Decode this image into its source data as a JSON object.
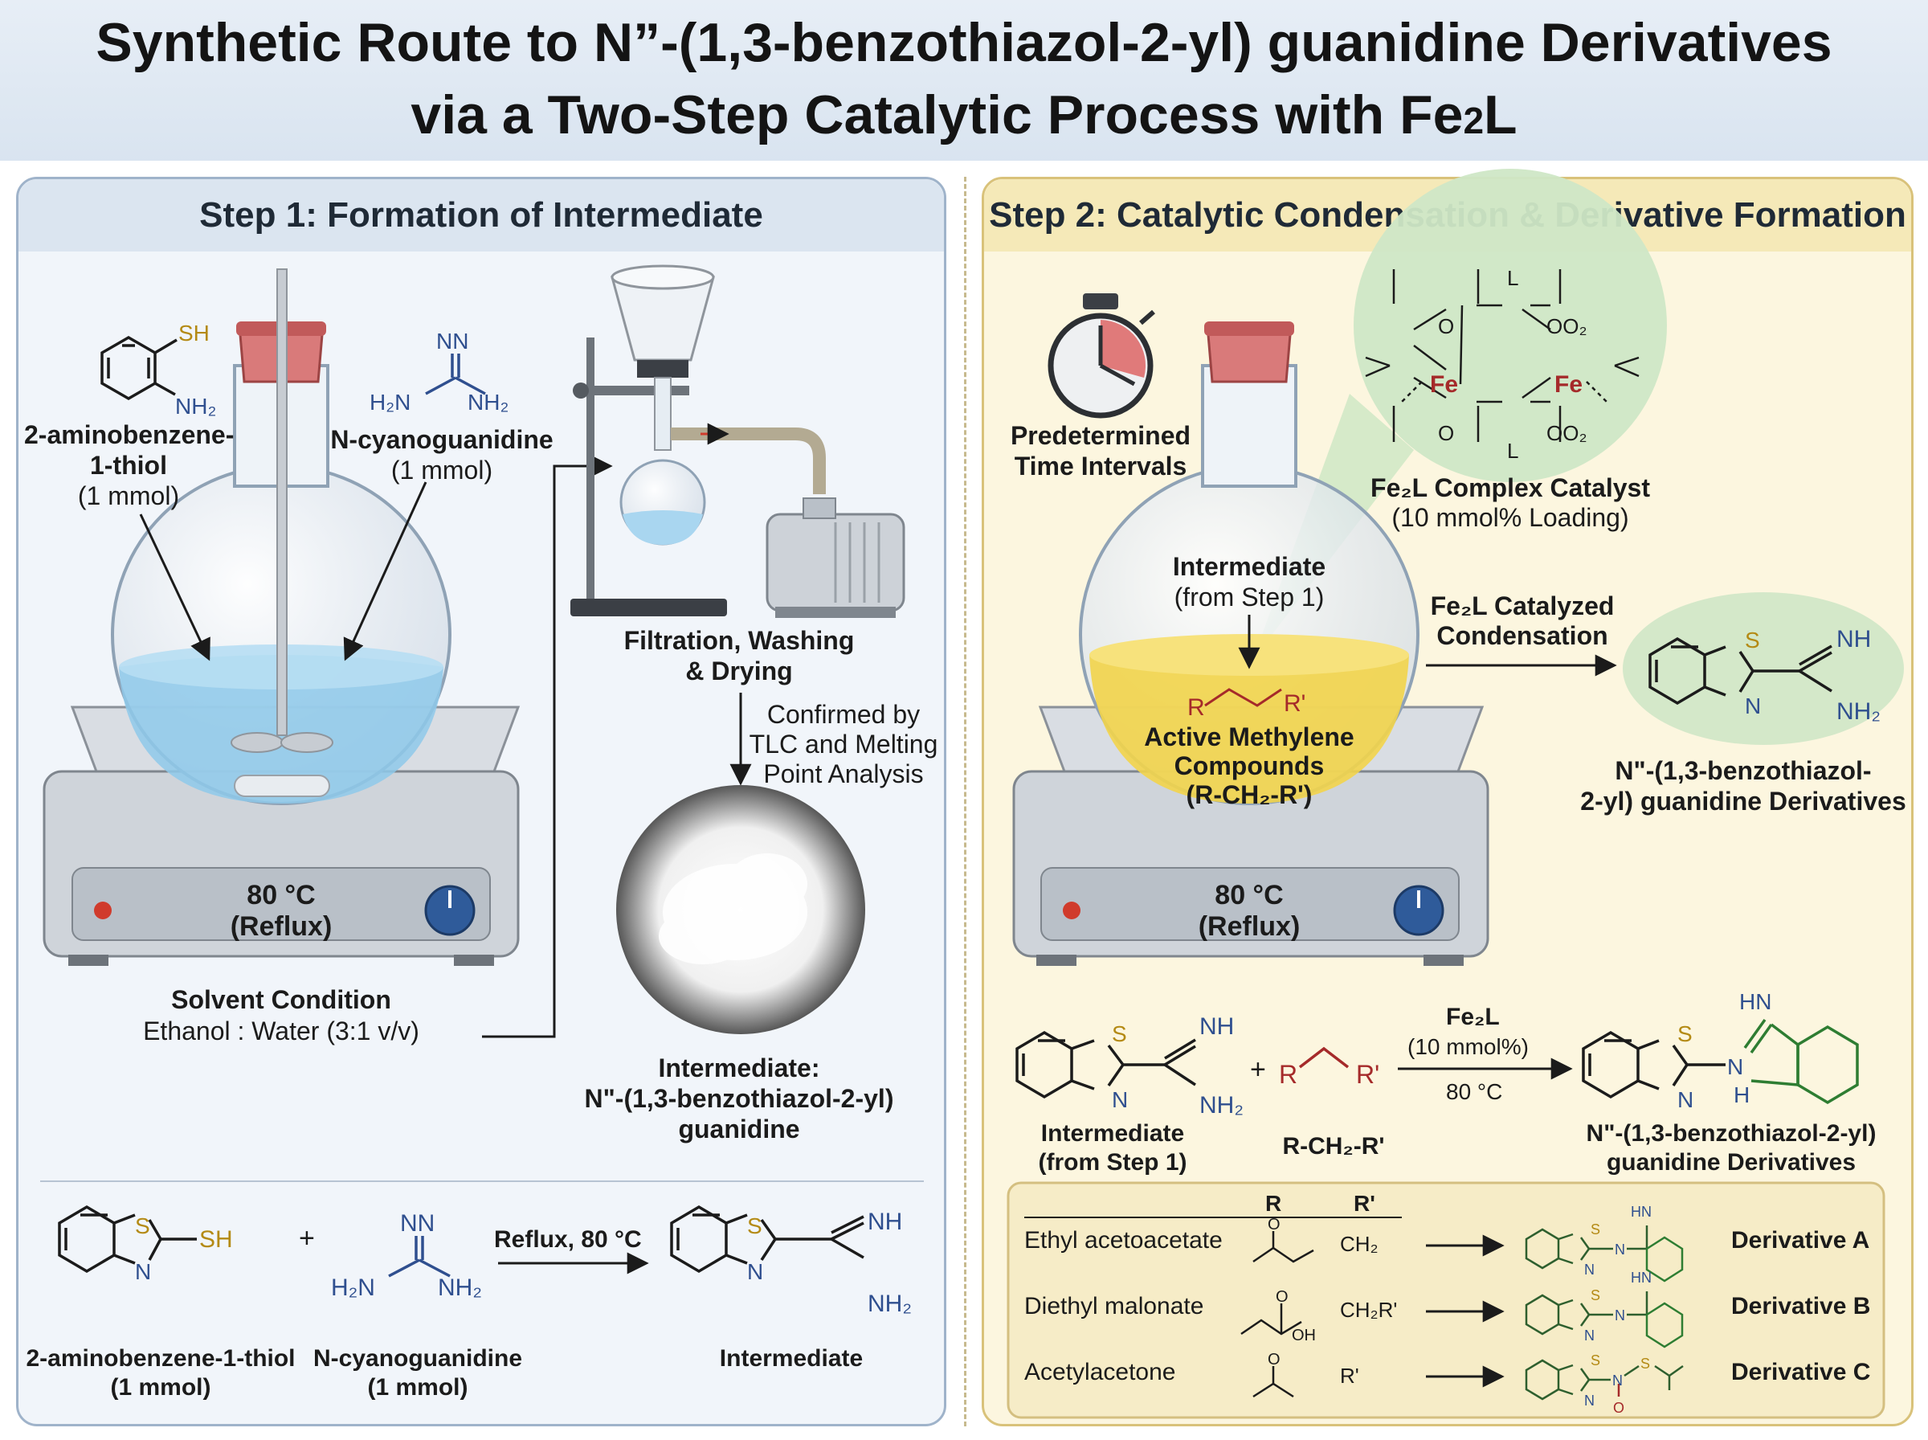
{
  "header": {
    "line1": "Synthetic Route to N”-(1,3-benzothiazol-2-yl) guanidine Derivatives",
    "line2_main": "via a Two-Step Catalytic Process with Fe",
    "line2_sub": "2",
    "line2_end": "L"
  },
  "step1": {
    "title": "Step 1: Formation of Intermediate",
    "reagent1_line1": "2-aminobenzene-",
    "reagent1_line2": "1-thiol",
    "reagent1_amount": "(1 mmol)",
    "reagent1_sh": "SH",
    "reagent1_nh2": "NH₂",
    "reagent2_name": "N-cyanoguanidine",
    "reagent2_amount": "(1 mmol)",
    "reagent2_nn": "NN",
    "reagent2_h2n": "H₂N",
    "reagent2_nh2": "NH₂",
    "heater_temp": "80 °C",
    "heater_mode": "(Reflux)",
    "solvent_title": "Solvent Condition",
    "solvent_detail": "Ethanol : Water (3:1 v/v)",
    "filtration_line1": "Filtration, Washing",
    "filtration_line2": "& Drying",
    "confirm_line1": "Confirmed by",
    "confirm_line2": "TLC and Melting",
    "confirm_line3": "Point Analysis",
    "intermediate_line1": "Intermediate:",
    "intermediate_line2": "N\"-(1,3-benzothiazol-2-yl)",
    "intermediate_line3": "guanidine",
    "scheme": {
      "s": "S",
      "n": "N",
      "sh": "SH",
      "plus": "+",
      "nn": "NN",
      "h2n": "H₂N",
      "nh2": "NH₂",
      "nh": "NH",
      "condition": "Reflux, 80 °C",
      "label1_line1": "2-aminobenzene-1-thiol",
      "label1_line2": "(1 mmol)",
      "label2_line1": "N-cyanoguanidine",
      "label2_line2": "(1 mmol)",
      "label3": "Intermediate"
    }
  },
  "step2": {
    "title": "Step 2: Catalytic Condensation & Derivative Formation",
    "timer_line1": "Predetermined",
    "timer_line2": "Time Intervals",
    "catalyst_fe": "Fe",
    "catalyst_o": "O",
    "catalyst_l": "L",
    "catalyst_oo2": "OO₂",
    "catalyst_name": "Fe₂L Complex Catalyst",
    "catalyst_loading": "(10 mmol% Loading)",
    "flask_line1": "Intermediate",
    "flask_line2": "(from Step 1)",
    "flask_r": "R",
    "flask_rp": "R'",
    "flask_line3": "Active Methylene",
    "flask_line4": "Compounds",
    "flask_line5": "(R-CH₂-R')",
    "heater_temp": "80 °C",
    "heater_mode": "(Reflux)",
    "cond_line1": "Fe₂L Catalyzed",
    "cond_line2": "Condensation",
    "product_s": "S",
    "product_n": "N",
    "product_nh": "NH",
    "product_nh2": "NH₂",
    "product_line1": "N\"-(1,3-benzothiazol-",
    "product_line2": "2-yl) guanidine Derivatives",
    "scheme": {
      "s": "S",
      "n": "N",
      "nh": "NH",
      "nh2": "NH₂",
      "plus": "+",
      "r": "R",
      "rp": "R'",
      "cat": "Fe₂L",
      "cat_amount": "(10 mmol%)",
      "temp": "80 °C",
      "hn": "HN",
      "n_link": "N",
      "h": "H",
      "label1_line1": "Intermediate",
      "label1_line2": "(from Step 1)",
      "label2": "R-CH₂-R'",
      "label3_line1": "N\"-(1,3-benzothiazol-2-yl)",
      "label3_line2": "guanidine Derivatives"
    },
    "table": {
      "col_r": "R",
      "col_rp": "R'",
      "rows": [
        {
          "name": "Ethyl acetoacetate",
          "r_atom": "O",
          "rp": "CH₂",
          "derivative": "Derivative A"
        },
        {
          "name": "Diethyl malonate",
          "r_atom": "O",
          "r_oh": "OH",
          "rp": "CH₂R'",
          "derivative": "Derivative B"
        },
        {
          "name": "Acetylacetone",
          "r_atom": "O",
          "rp": "R'",
          "derivative": "Derivative C"
        }
      ],
      "mini_s": "S",
      "mini_n": "N",
      "mini_hn": "HN",
      "mini_o": "O"
    }
  },
  "colors": {
    "title_band": "#dfe8f2",
    "left_panel": "#f1f5fa",
    "right_panel": "#fcf6df",
    "sulfur": "#b48a14",
    "nitrogen": "#2f4f8f",
    "red_group": "#a52a2a",
    "green_ring": "#2e7d32",
    "water": "#8ec9ea",
    "oil": "#f2d44a"
  }
}
